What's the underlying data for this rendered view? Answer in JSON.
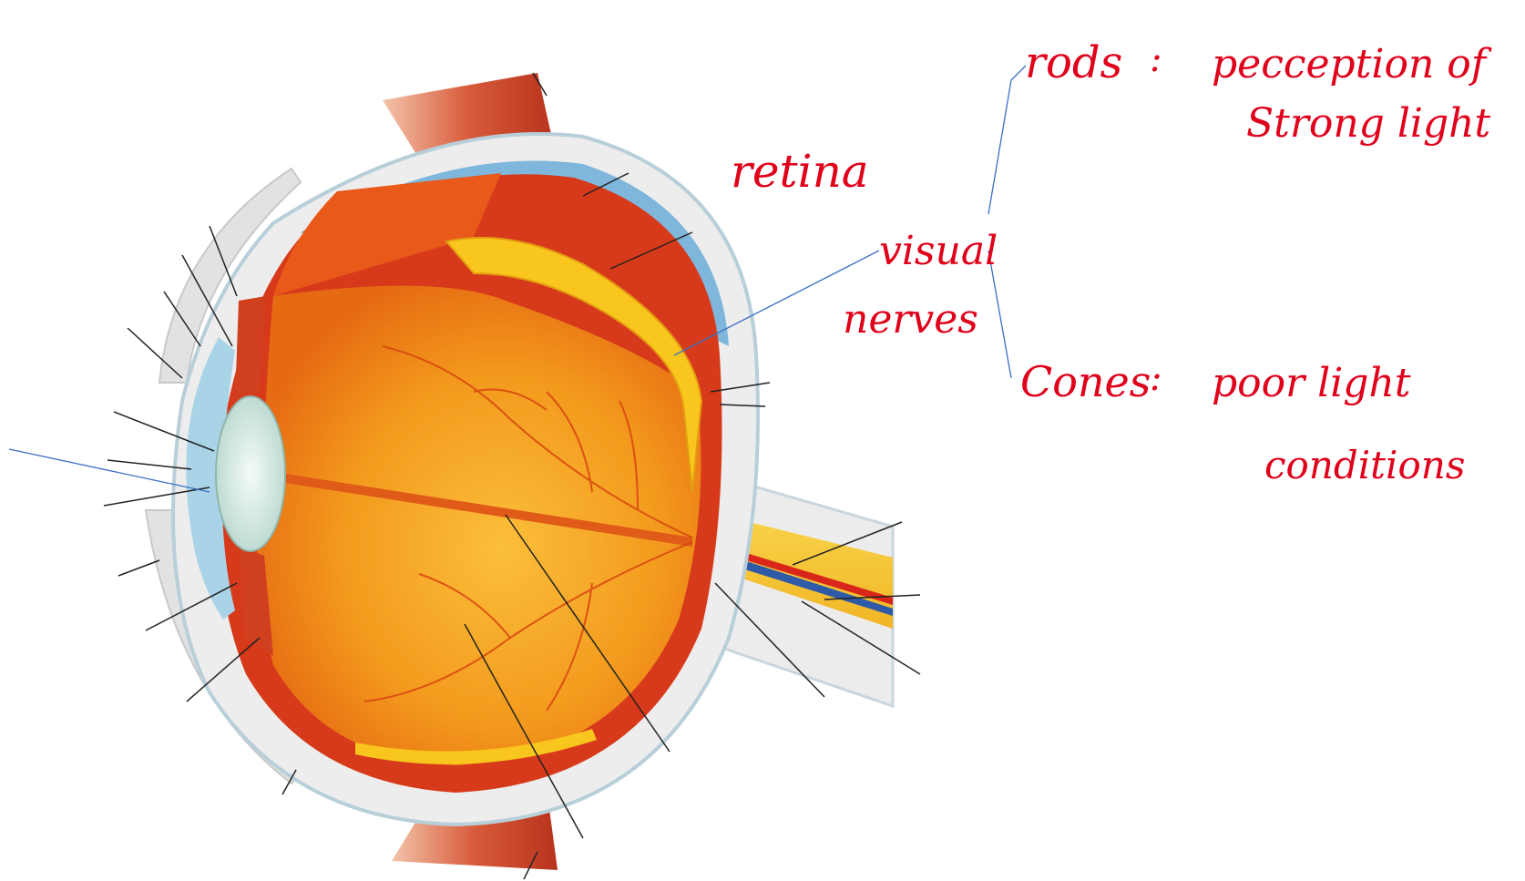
{
  "annotations": {
    "retina": "retina",
    "visual_line1": "visual",
    "visual_line2": "nerves",
    "rods": "rods",
    "rods_colon": ":",
    "rods_desc_line1": "pecception of",
    "rods_desc_line2": "Strong light",
    "cones": "Cones",
    "cones_colon": ":",
    "cones_desc_line1": "poor light",
    "cones_desc_line2": "conditions"
  },
  "colors": {
    "annotation": "#e0001a",
    "connector": "#3a6fc4",
    "leader": "#222222",
    "sclera": "#e9e9e9",
    "choroid": "#d9361a",
    "retina_layer": "#f7c51a",
    "vitreous": "#f09a1c",
    "cornea": "#a9d4e8",
    "lens": "#dfeee9",
    "muscle": "#d85a3a"
  }
}
